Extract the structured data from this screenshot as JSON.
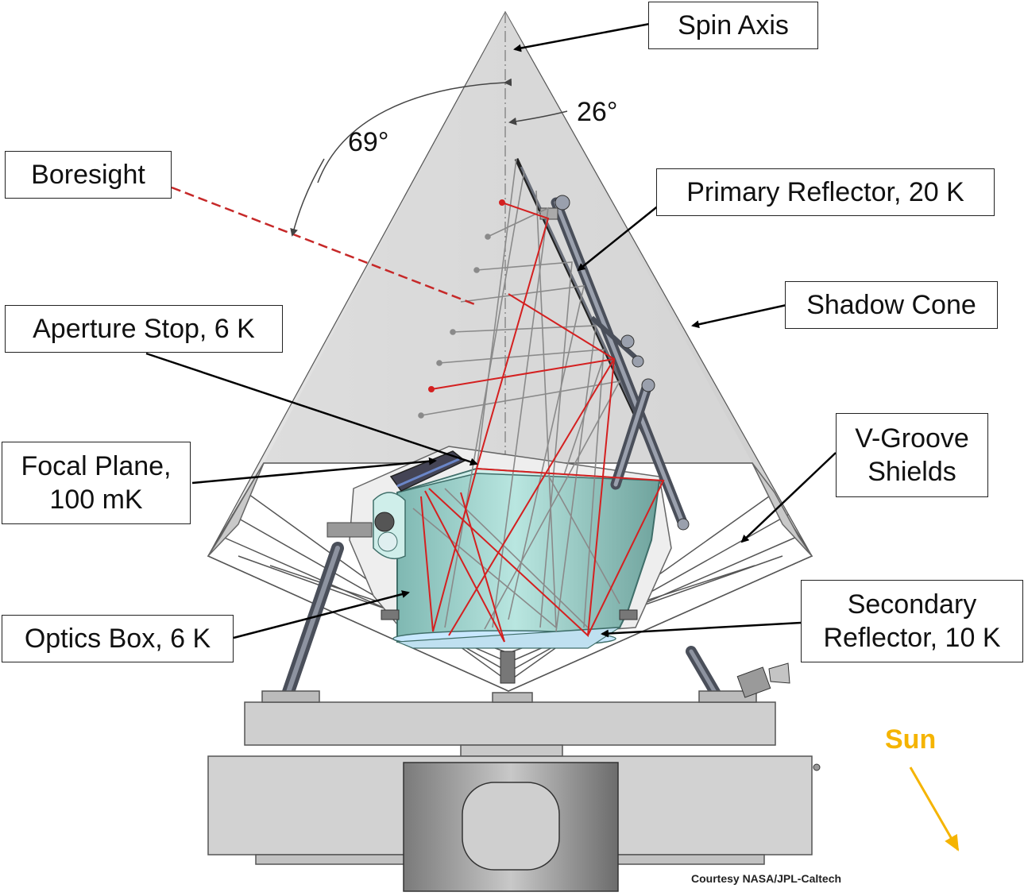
{
  "labels": {
    "spin_axis": "Spin Axis",
    "boresight": "Boresight",
    "primary_reflector": "Primary Reflector, 20 K",
    "shadow_cone": "Shadow Cone",
    "aperture_stop": "Aperture Stop, 6 K",
    "focal_plane_line1": "Focal Plane,",
    "focal_plane_line2": "100 mK",
    "v_groove_line1": "V-Groove",
    "v_groove_line2": "Shields",
    "optics_box": "Optics Box, 6 K",
    "secondary_line1": "Secondary",
    "secondary_line2": "Reflector, 10 K"
  },
  "angles": {
    "boresight_angle": "69°",
    "cone_half_angle": "26°"
  },
  "sun_label": "Sun",
  "credit": "Courtesy NASA/JPL-Caltech",
  "colors": {
    "shadow_cone": "#dcdcdc",
    "optics_box": "#a8d8d2",
    "ray_red": "#d42020",
    "ray_gray": "#8a8a8a",
    "boresight_line": "#c62828",
    "sun": "#f5b400"
  }
}
